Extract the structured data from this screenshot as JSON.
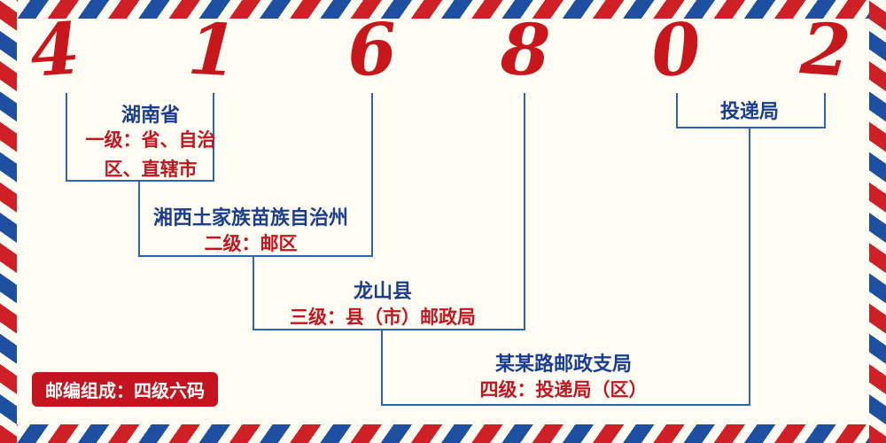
{
  "postal_code": {
    "digits": [
      "4",
      "1",
      "6",
      "8",
      "0",
      "2"
    ]
  },
  "levels": [
    {
      "id": "level1",
      "name": "湖南省",
      "desc": "一级：省、自治区、直辖市"
    },
    {
      "id": "level2",
      "name": "湘西土家族苗族自治州",
      "desc": "二级：邮区"
    },
    {
      "id": "level3",
      "name": "龙山县",
      "desc": "三级：县（市）邮政局"
    },
    {
      "id": "level4",
      "name": "某某路邮政支局",
      "desc": "四级：投递局（区）",
      "pointer_label": "投递局"
    }
  ],
  "footer": {
    "composition": "邮编组成：四级六码"
  },
  "colors": {
    "digit_red": "#c8161d",
    "label_blue": "#1b3d8f",
    "desc_red": "#c41420",
    "line_blue": "#2d63b5",
    "badge_bg": "#c41420",
    "badge_text": "#ffffff",
    "background": "#fffdf3",
    "stripe_red": "#cf2027",
    "stripe_blue": "#1f4fa0"
  }
}
